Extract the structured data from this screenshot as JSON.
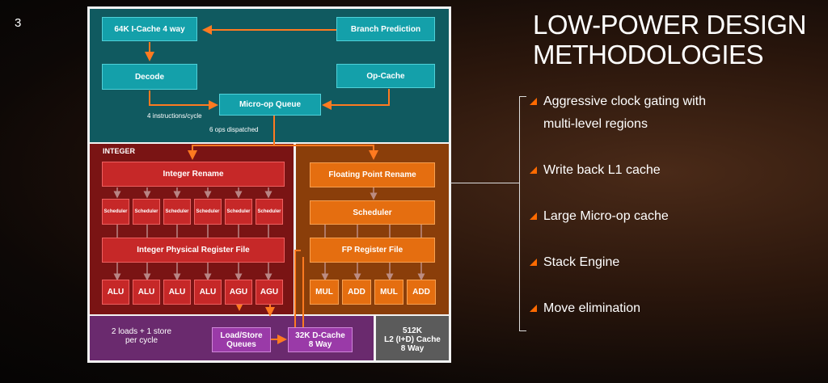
{
  "slide": {
    "number": "3"
  },
  "heading": {
    "line1": "LOW-POWER DESIGN",
    "line2": "METHODOLOGIES"
  },
  "bullets": [
    {
      "line1": "Aggressive clock gating with",
      "line2": "multi-level regions"
    },
    {
      "line1": "Write back L1 cache"
    },
    {
      "line1": "Large Micro-op cache"
    },
    {
      "line1": "Stack Engine"
    },
    {
      "line1": "Move elimination"
    }
  ],
  "diagram": {
    "frontend": {
      "icache": "64K I-Cache 4 way",
      "branch": "Branch Prediction",
      "decode": "Decode",
      "opcache": "Op-Cache",
      "uopq": "Micro-op Queue",
      "instr_note": "4 instructions/cycle",
      "dispatch_note": "6 ops dispatched"
    },
    "integer": {
      "label": "INTEGER",
      "rename": "Integer Rename",
      "schedulers": [
        "Scheduler",
        "Scheduler",
        "Scheduler",
        "Scheduler",
        "Scheduler",
        "Scheduler"
      ],
      "prf": "Integer Physical Register File",
      "units": [
        "ALU",
        "ALU",
        "ALU",
        "ALU",
        "AGU",
        "AGU"
      ]
    },
    "fp": {
      "rename": "Floating Point Rename",
      "scheduler": "Scheduler",
      "prf": "FP Register File",
      "units": [
        "MUL",
        "ADD",
        "MUL",
        "ADD"
      ]
    },
    "memory": {
      "note_line1": "2 loads + 1 store",
      "note_line2": "per cycle",
      "lsq_line1": "Load/Store",
      "lsq_line2": "Queues",
      "dcache_line1": "32K D-Cache",
      "dcache_line2": "8 Way"
    },
    "l2": {
      "line1": "512K",
      "line2": "L2 (I+D) Cache",
      "line3": "8 Way"
    }
  },
  "colors": {
    "accent": "#ff6a00",
    "frontend_bg": "#105a60",
    "integer_bg": "#7a1414",
    "fp_bg": "#8a3e0a",
    "memory_bg": "#6a2a6e",
    "l2_bg": "#5b5b5b"
  }
}
